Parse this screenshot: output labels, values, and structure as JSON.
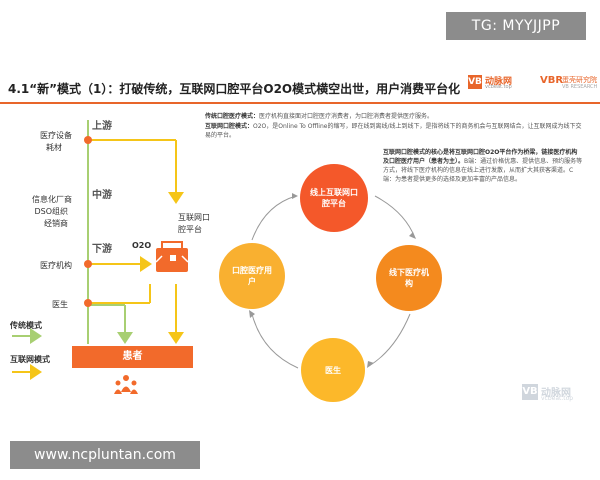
{
  "watermark_top": "TG: MYYJJPP",
  "watermark_bottom": "www.ncpluntan.com",
  "title": "4.1“新”模式（1）：打破传统，互联网口腔平台O2O模式横空出世，用户消费平台化",
  "logos": {
    "vcbeat_mark": "VB",
    "vcbeat_name": "动脉网",
    "vcbeat_sub": "vcbeat.top",
    "vbr_mark": "VBR",
    "vbr_name": "蛋壳研究院",
    "vbr_sub": "VB RESEARCH",
    "bottom_mark": "VB",
    "bottom_name": "动脉网",
    "bottom_sub": "vcbeat.top"
  },
  "left_diagram": {
    "stages": {
      "upstream": "上游",
      "midstream": "中游",
      "downstream": "下游"
    },
    "nodes": {
      "equipment_1": "医疗设备",
      "equipment_2": "耗材",
      "it_vendor": "信息化厂商",
      "dso": "DSO组织",
      "distributor": "经销商",
      "institution": "医疗机构",
      "doctor": "医生",
      "platform_1": "互联网口",
      "platform_2": "腔平台",
      "o2o": "O2O",
      "patients": "患者"
    },
    "legend": {
      "traditional": "传统模式",
      "internet": "互联网模式"
    }
  },
  "description": {
    "p1_head": "传统口腔医疗模式：",
    "p1_body": "医疗机构直接面对口腔医疗消费者，为口腔消费者提供医疗服务。",
    "p2_head": "互联网口腔模式：",
    "p2_body": "O2O，是Online To Offline的缩写，即在线到离线/线上到线下，是指将线下的商务机会与互联网结合，让互联网成为线下交易的平台。",
    "p3_head": "互联网口腔模式的核心是将互联网口腔O2O平台作为桥梁，链接医疗机构及口腔医疗用户（患者为主）。",
    "p3_body": "B端：通过价格优惠、提供信息、预约服务等方式，将线下医疗机构的信息在线上进行发散，从而扩大其获客渠道。C端：为患者提供更多的选择及更加丰富的产品信息。"
  },
  "cycle": {
    "top": "线上互联网口腔平台",
    "right": "线下医疗机构",
    "left": "口腔医疗用户",
    "bottom": "医生"
  },
  "colors": {
    "accent": "#f26a2b",
    "traditional_line": "#a8cf72",
    "internet_line": "#f5c518"
  }
}
